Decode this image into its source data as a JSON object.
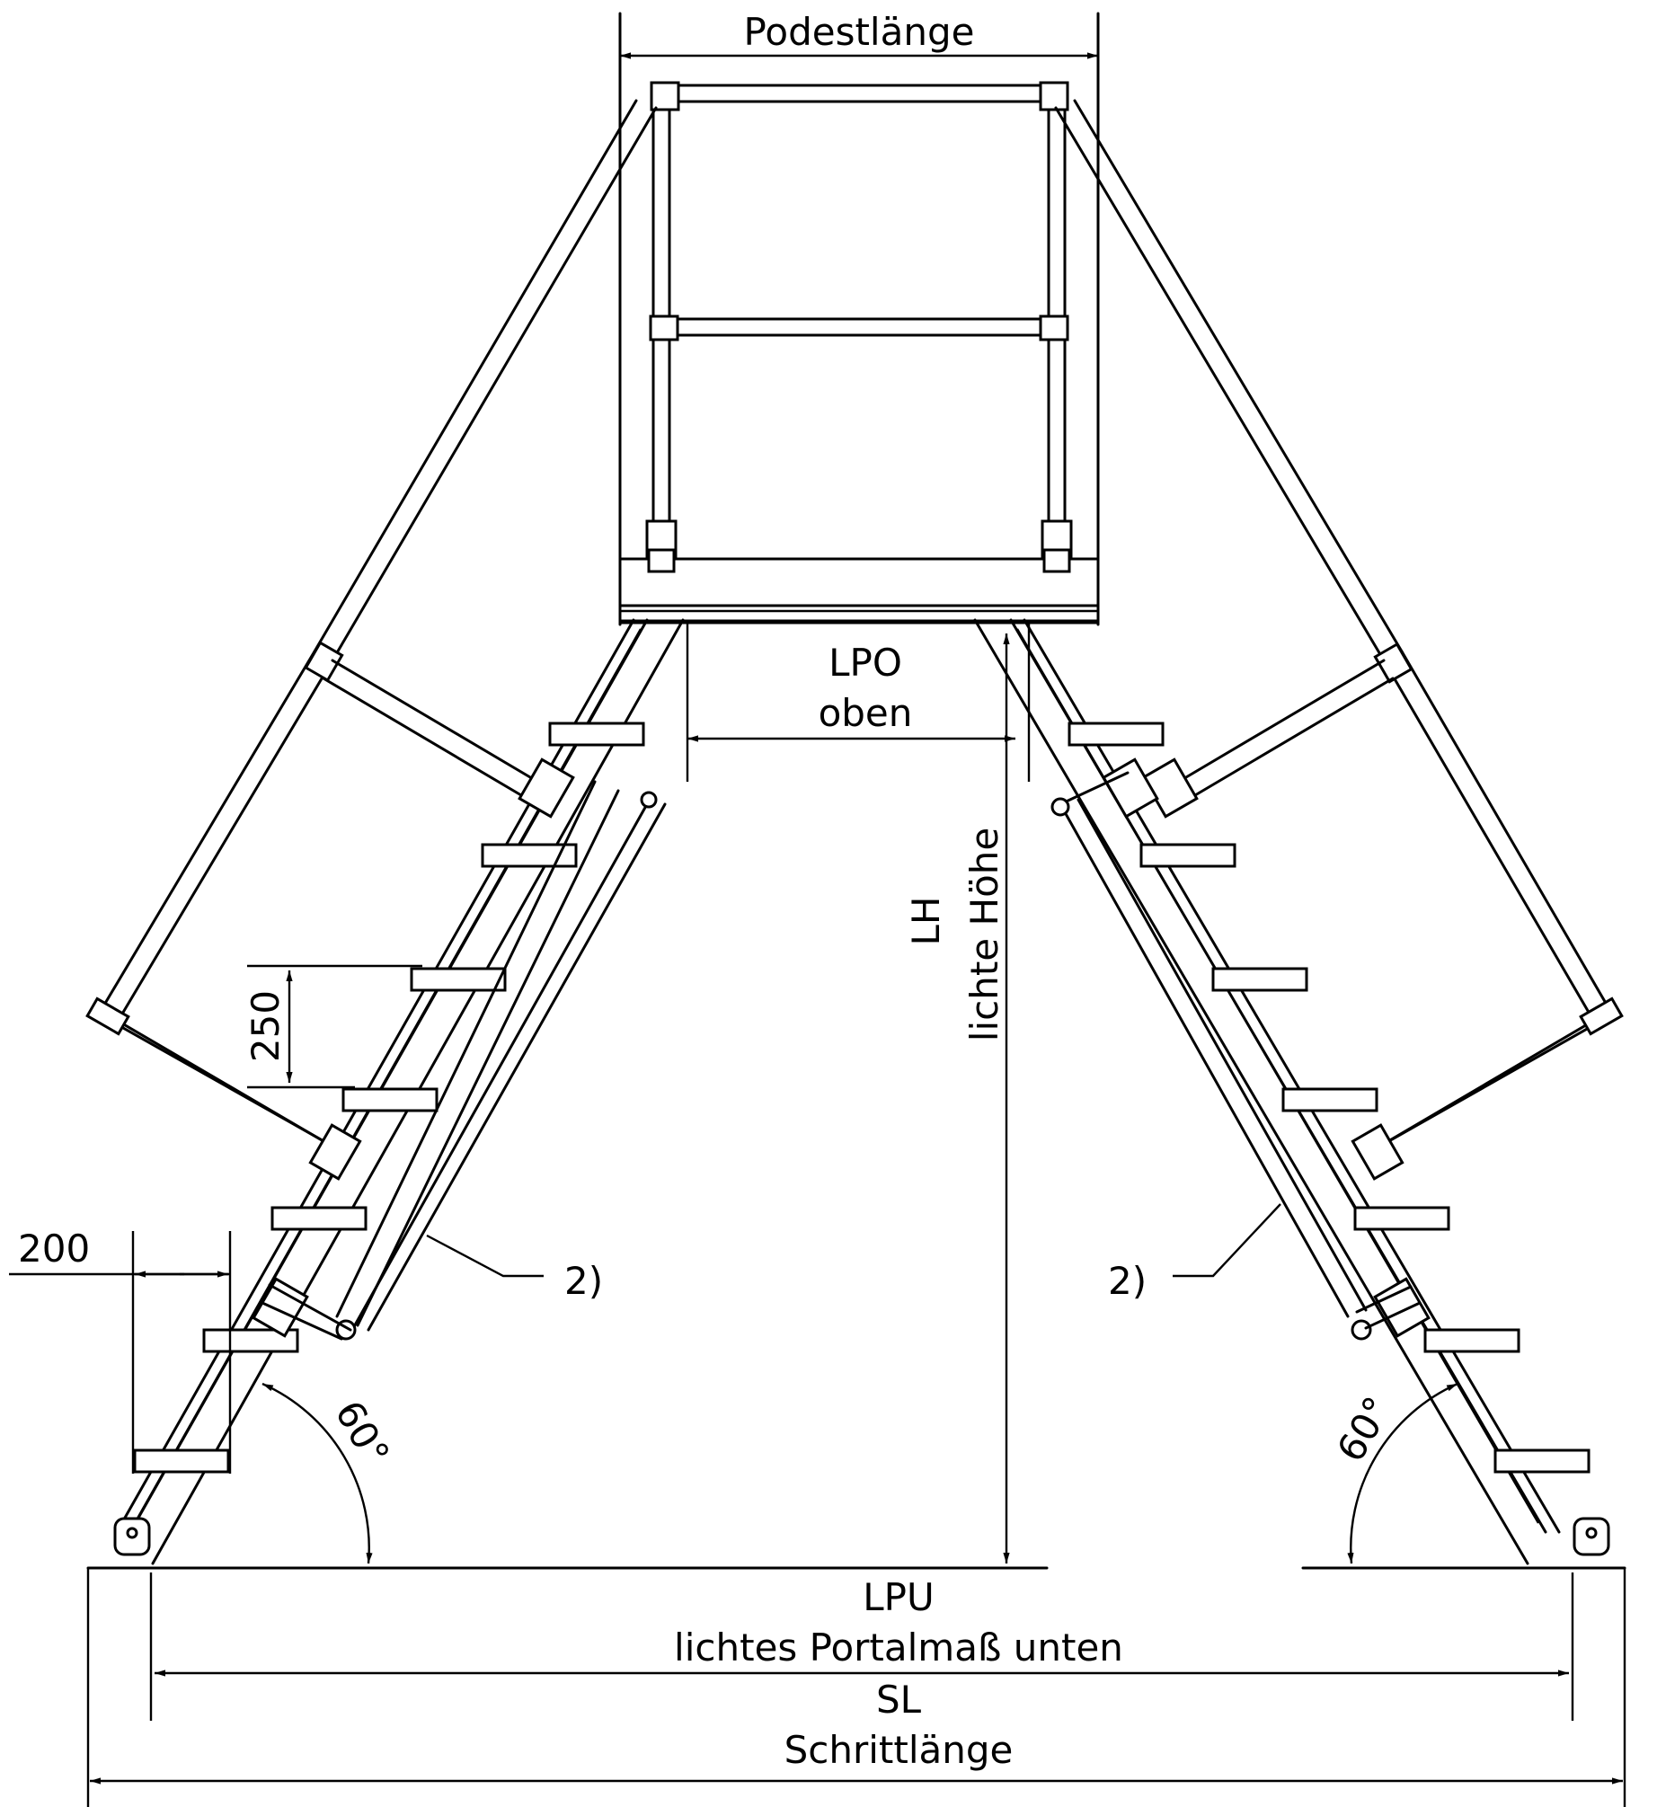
{
  "labels": {
    "podest": "Podestlänge",
    "lpo_code": "LPO",
    "lpo_text": "oben",
    "lh_code": "LH",
    "lh_text": "lichte Höhe",
    "lpu_code": "LPU",
    "lpu_text": "lichtes Portalmaß unten",
    "sl_code": "SL",
    "sl_text": "Schrittlänge",
    "step_height": "250",
    "step_depth": "200",
    "angle_left": "60°",
    "angle_right": "60°",
    "note_left": "2)",
    "note_right": "2)"
  }
}
